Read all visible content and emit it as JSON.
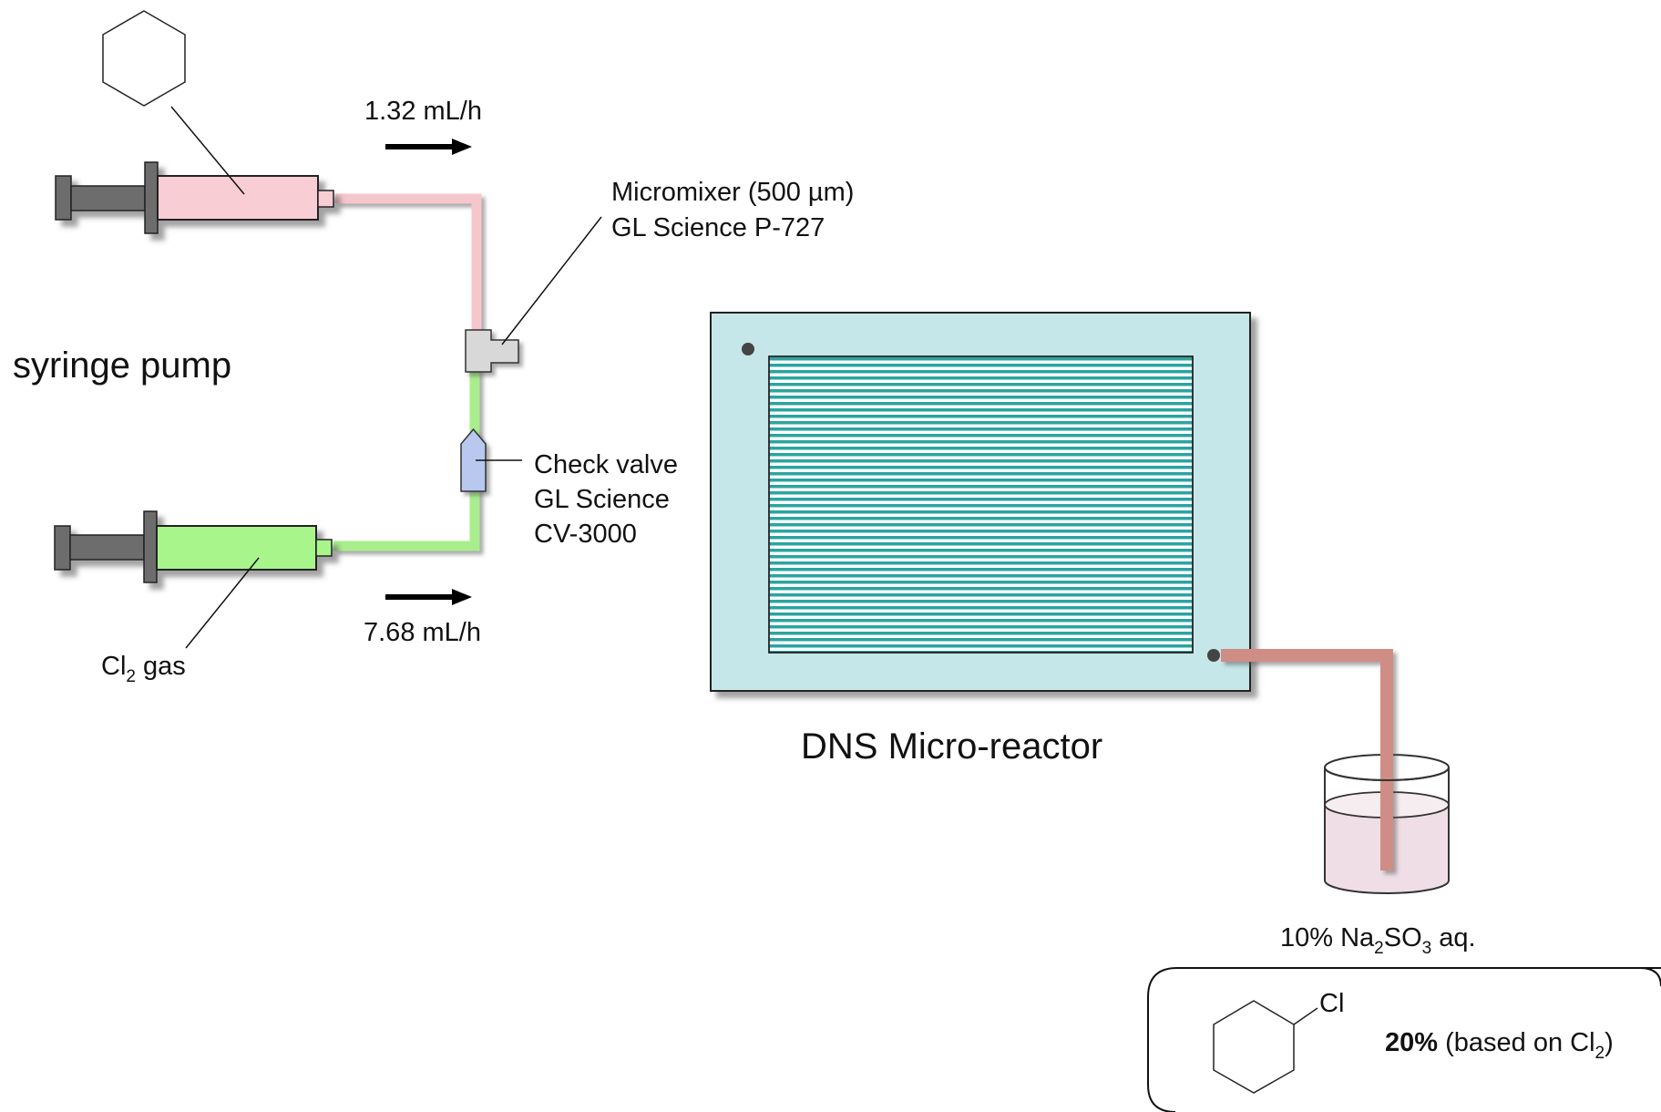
{
  "colors": {
    "pink_syringe": "#f8cdd3",
    "green_syringe": "#a8f58c",
    "pink_tube": "#f5c6cc",
    "green_tube": "#a9ee8c",
    "olive_tube": "#c9c21f",
    "outlet_tube": "#d08d86",
    "reactor_body": "#c6e7ea",
    "reactor_lines": "#2aa4a0",
    "plunger": "#6d6d6d",
    "check_valve": "#b8c8ef",
    "mixer": "#d8d8d8",
    "liquid": "#efdee6"
  },
  "labels": {
    "syringe_pump": "syringe pump",
    "flow_top": "1.32 mL/h",
    "flow_bottom": "7.68 mL/h",
    "cl2_prefix": "Cl",
    "cl2_sub": "2",
    "cl2_suffix": " gas",
    "mixer_line1": "Micromixer (500 µm)",
    "mixer_line2": "GL Science P-727",
    "valve_line1": "Check valve",
    "valve_line2": "GL Science",
    "valve_line3": "CV-3000",
    "reactor": "DNS Micro-reactor",
    "quench_prefix": "10% Na",
    "quench_sub1": "2",
    "quench_mid": "SO",
    "quench_sub2": "3",
    "quench_suffix": " aq.",
    "product_cl": "Cl",
    "result_bold": "20%",
    "result_text": " (based on Cl",
    "result_sub": "2",
    "result_close": ")"
  }
}
